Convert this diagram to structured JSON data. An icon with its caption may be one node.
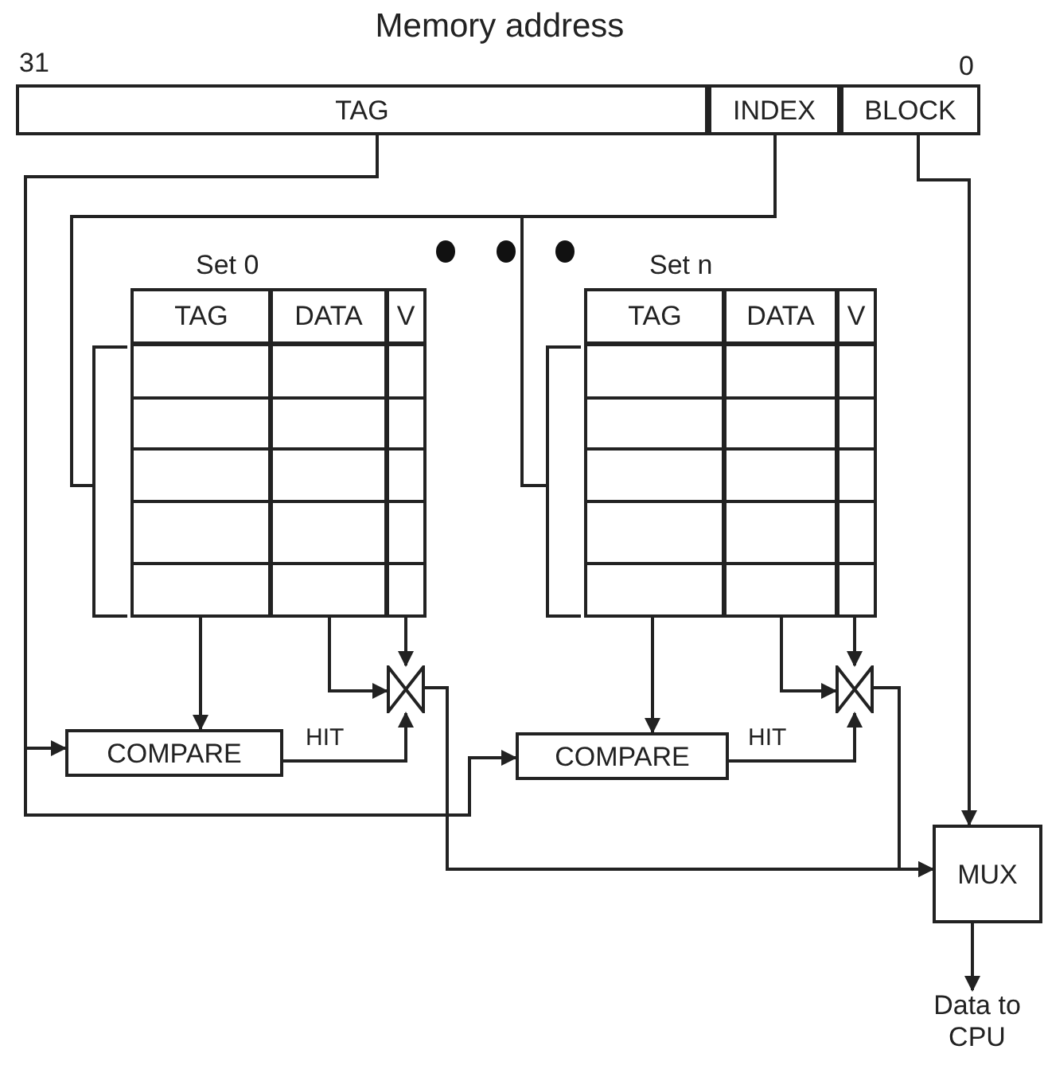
{
  "diagram": {
    "title": "Memory address",
    "nodes": [
      {
        "text": [
          "TAG"
        ],
        "beside": [
          "31"
        ]
      },
      {
        "text": [
          "INDEX"
        ]
      },
      {
        "text": [
          "BLOCK"
        ],
        "beside": [
          "0"
        ]
      },
      {
        "text": [
          "Set 0",
          "TAG",
          "DATA",
          "V"
        ]
      },
      {
        "text": [],
        "shape": "bowtie"
      },
      {
        "text": [
          "COMPARE"
        ]
      },
      {
        "text": [
          "Set n",
          "TAG",
          "DATA",
          "V"
        ]
      },
      {
        "text": [],
        "shape": "bowtie"
      },
      {
        "text": [
          "COMPARE"
        ]
      },
      {
        "text": [
          "MUX"
        ]
      },
      {
        "text": [
          "Data to CPU"
        ]
      }
    ],
    "edges": [
      {
        "from": 0,
        "to": 5,
        "arrow": "to"
      },
      {
        "from": 0,
        "to": 8,
        "arrow": "to"
      },
      {
        "from": 1,
        "to": 3,
        "arrow": "none"
      },
      {
        "from": 1,
        "to": 6,
        "arrow": "none"
      },
      {
        "from": 2,
        "to": 9,
        "arrow": "to"
      },
      {
        "from": 3,
        "to": 5,
        "arrow": "to"
      },
      {
        "from": 3,
        "to": 4,
        "arrow": "to"
      },
      {
        "from": 3,
        "to": 4,
        "arrow": "to"
      },
      {
        "from": 5,
        "to": 4,
        "arrow": "to",
        "label": "HIT"
      },
      {
        "from": 4,
        "to": 9,
        "arrow": "to"
      },
      {
        "from": 6,
        "to": 8,
        "arrow": "to"
      },
      {
        "from": 6,
        "to": 7,
        "arrow": "to"
      },
      {
        "from": 6,
        "to": 7,
        "arrow": "to"
      },
      {
        "from": 8,
        "to": 7,
        "arrow": "to",
        "label": "HIT"
      },
      {
        "from": 7,
        "to": 9,
        "arrow": "to"
      },
      {
        "from": 9,
        "to": 10,
        "arrow": "to"
      }
    ]
  }
}
